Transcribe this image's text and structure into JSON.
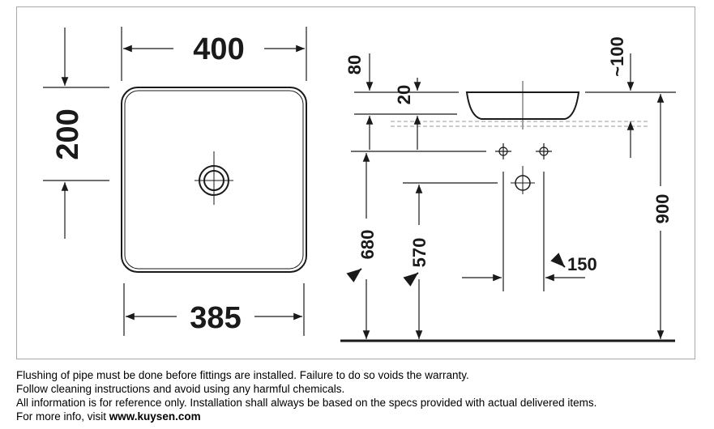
{
  "dimensions": {
    "top_width": "400",
    "bottom_width": "385",
    "depth": "200",
    "overflow": "80",
    "rim": "20",
    "approx_height": "~100",
    "total_height": "900",
    "drain_680": "680",
    "drain_570": "570",
    "offset_150": "150"
  },
  "notes": {
    "line1": "Flushing of pipe must be done before fittings are installed. Failure to do so voids the warranty.",
    "line2": "Follow cleaning instructions and avoid using any harmful chemicals.",
    "line3": "All information is for reference only. Installation shall always be based on the specs provided with actual delivered items.",
    "line4_prefix": "For more info, visit",
    "line4_link": "www.kuysen.com"
  },
  "colors": {
    "line": "#1a1a1a",
    "frame": "#a8a8a8",
    "dashed": "#9a9a9a"
  }
}
